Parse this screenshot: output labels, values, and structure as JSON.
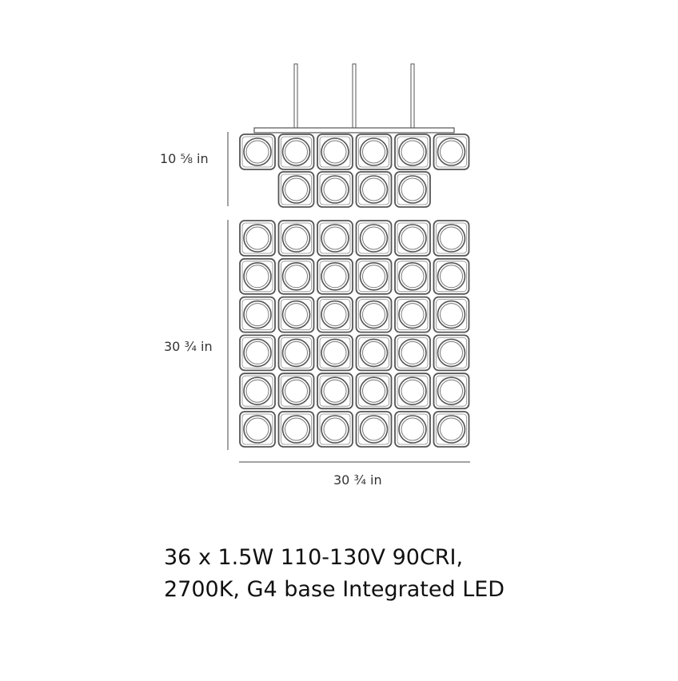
{
  "diagram": {
    "side_view": {
      "columns": 6,
      "top_row_modules": 6,
      "bottom_row_modules": 4
    },
    "front_view": {
      "rows": 6,
      "columns": 6
    },
    "dimensions": {
      "side_height": "10 ⅝ in",
      "front_height": "30 ¾ in",
      "front_width": "30 ¾ in"
    },
    "colors": {
      "line": "#555555",
      "dim_line": "#444444"
    }
  },
  "spec": {
    "line1": "36 x 1.5W 110-130V 90CRI,",
    "line2": "2700K, G4 base Integrated LED"
  }
}
